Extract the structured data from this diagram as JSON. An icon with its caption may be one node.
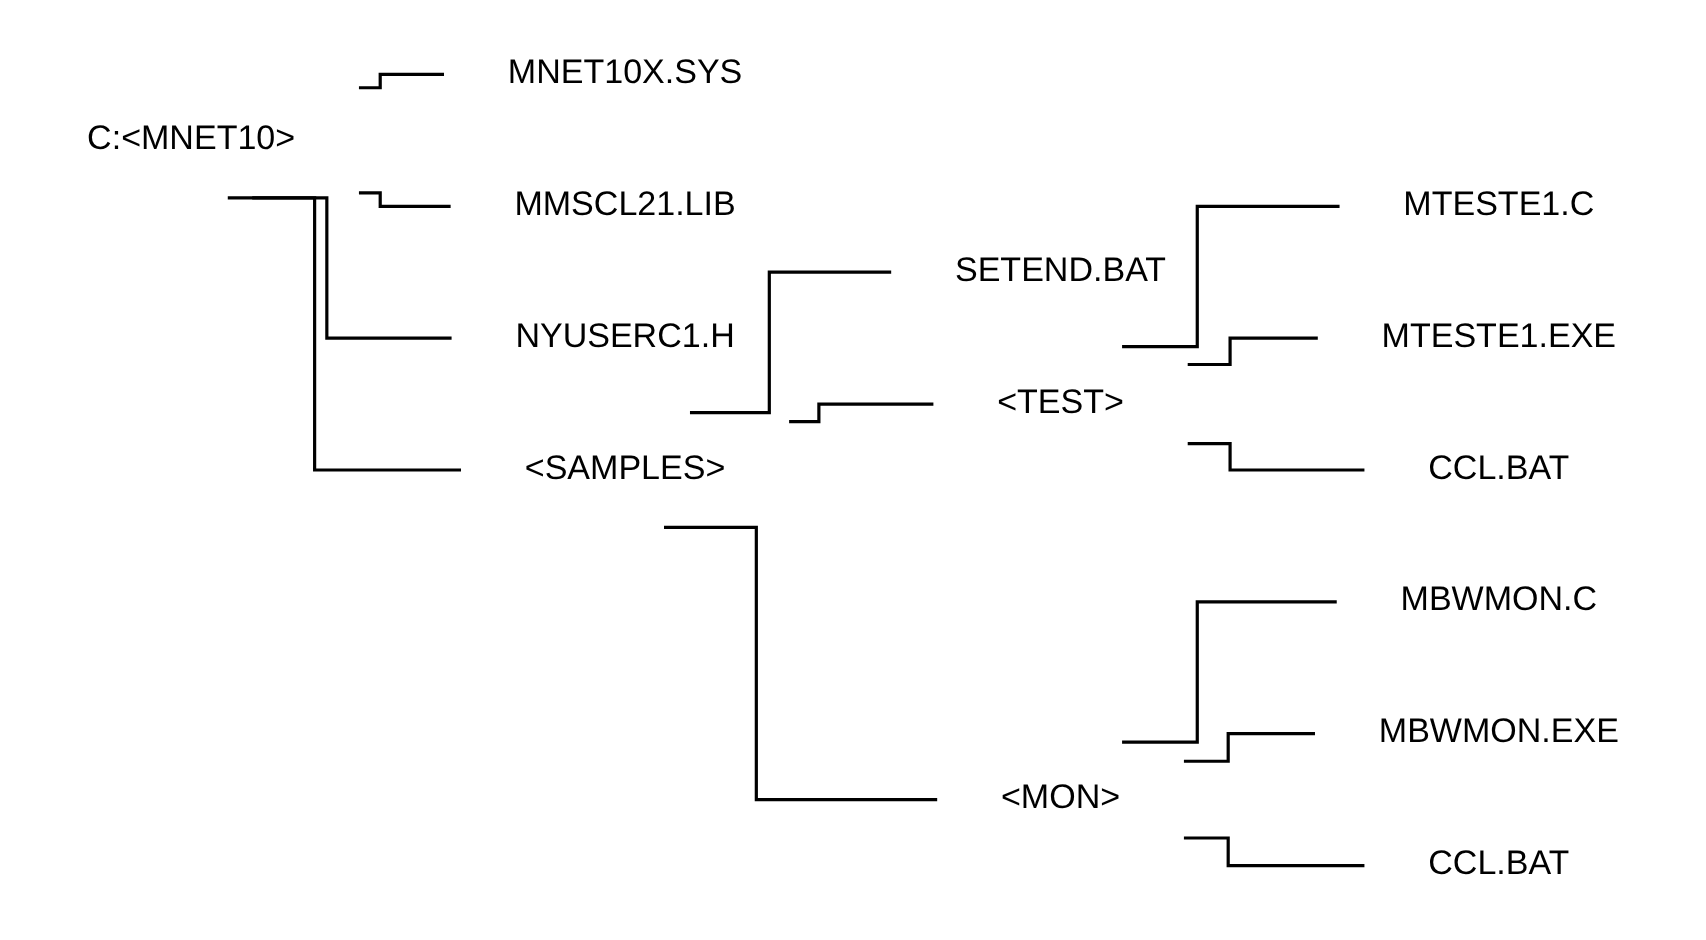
{
  "diagram": {
    "nodes": [
      {
        "text": [
          "C:<MNET10>"
        ]
      },
      {
        "text": [
          "MNET10X.SYS"
        ]
      },
      {
        "text": [
          "MMSCL21.LIB"
        ]
      },
      {
        "text": [
          "NYUSERC1.H"
        ]
      },
      {
        "text": [
          "<SAMPLES>"
        ]
      },
      {
        "text": [
          "SETEND.BAT"
        ]
      },
      {
        "text": [
          "<TEST>"
        ]
      },
      {
        "text": [
          "MTESTE1.C"
        ]
      },
      {
        "text": [
          "MTESTE1.EXE"
        ]
      },
      {
        "text": [
          "CCL.BAT"
        ]
      },
      {
        "text": [
          "<MON>"
        ]
      },
      {
        "text": [
          "MBWMON.C"
        ]
      },
      {
        "text": [
          "MBWMON.EXE"
        ]
      },
      {
        "text": [
          "CCL.BAT"
        ]
      }
    ],
    "edges": [
      {
        "from": 0,
        "to": 1,
        "arrow": "none"
      },
      {
        "from": 0,
        "to": 2,
        "arrow": "none"
      },
      {
        "from": 0,
        "to": 3,
        "arrow": "none"
      },
      {
        "from": 0,
        "to": 4,
        "arrow": "none"
      },
      {
        "from": 4,
        "to": 5,
        "arrow": "none"
      },
      {
        "from": 4,
        "to": 6,
        "arrow": "none"
      },
      {
        "from": 4,
        "to": 10,
        "arrow": "none"
      },
      {
        "from": 6,
        "to": 7,
        "arrow": "none"
      },
      {
        "from": 6,
        "to": 8,
        "arrow": "none"
      },
      {
        "from": 6,
        "to": 9,
        "arrow": "none"
      },
      {
        "from": 10,
        "to": 11,
        "arrow": "none"
      },
      {
        "from": 10,
        "to": 12,
        "arrow": "none"
      },
      {
        "from": 10,
        "to": 13,
        "arrow": "none"
      }
    ]
  }
}
